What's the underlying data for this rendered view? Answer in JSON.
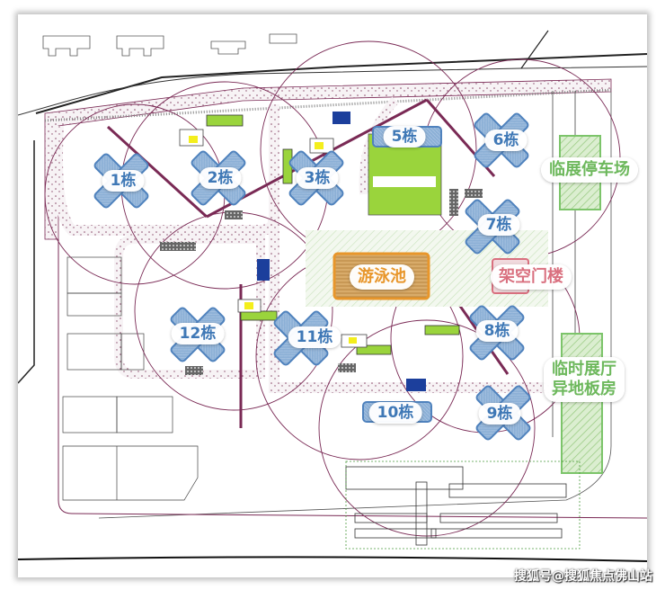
{
  "map": {
    "type": "construction site plan",
    "colors": {
      "building_blue": "#7ea4cf",
      "building_outline": "#4f82bd",
      "label_blue": "#3f78b6",
      "amenity_green": "#6db85c",
      "amenity_orange": "#e8962b",
      "amenity_pink": "#d9707f",
      "road_line": "#7a2a55",
      "lawn_green": "#9ad43c",
      "temp_blue_block": "#1c3f9c",
      "yellow_block": "#f4ee1c"
    },
    "buildings": [
      {
        "id": "b1",
        "label": "1栋"
      },
      {
        "id": "b2",
        "label": "2栋"
      },
      {
        "id": "b3",
        "label": "3栋"
      },
      {
        "id": "b5",
        "label": "5栋"
      },
      {
        "id": "b6",
        "label": "6栋"
      },
      {
        "id": "b7",
        "label": "7栋"
      },
      {
        "id": "b8",
        "label": "8栋"
      },
      {
        "id": "b9",
        "label": "9栋"
      },
      {
        "id": "b10",
        "label": "10栋"
      },
      {
        "id": "b11",
        "label": "11栋"
      },
      {
        "id": "b12",
        "label": "12栋"
      }
    ],
    "amenities": [
      {
        "id": "pool",
        "label": "游泳池",
        "color": "orange"
      },
      {
        "id": "gatehouse",
        "label": "架空门楼",
        "color": "pink"
      },
      {
        "id": "temp_parking",
        "label": "临展停车场",
        "color": "green"
      },
      {
        "id": "temp_hall",
        "label_line1": "临时展厅",
        "label_line2": "异地板房",
        "color": "green"
      }
    ]
  },
  "watermark": "搜狐号@搜狐焦点佛山站"
}
